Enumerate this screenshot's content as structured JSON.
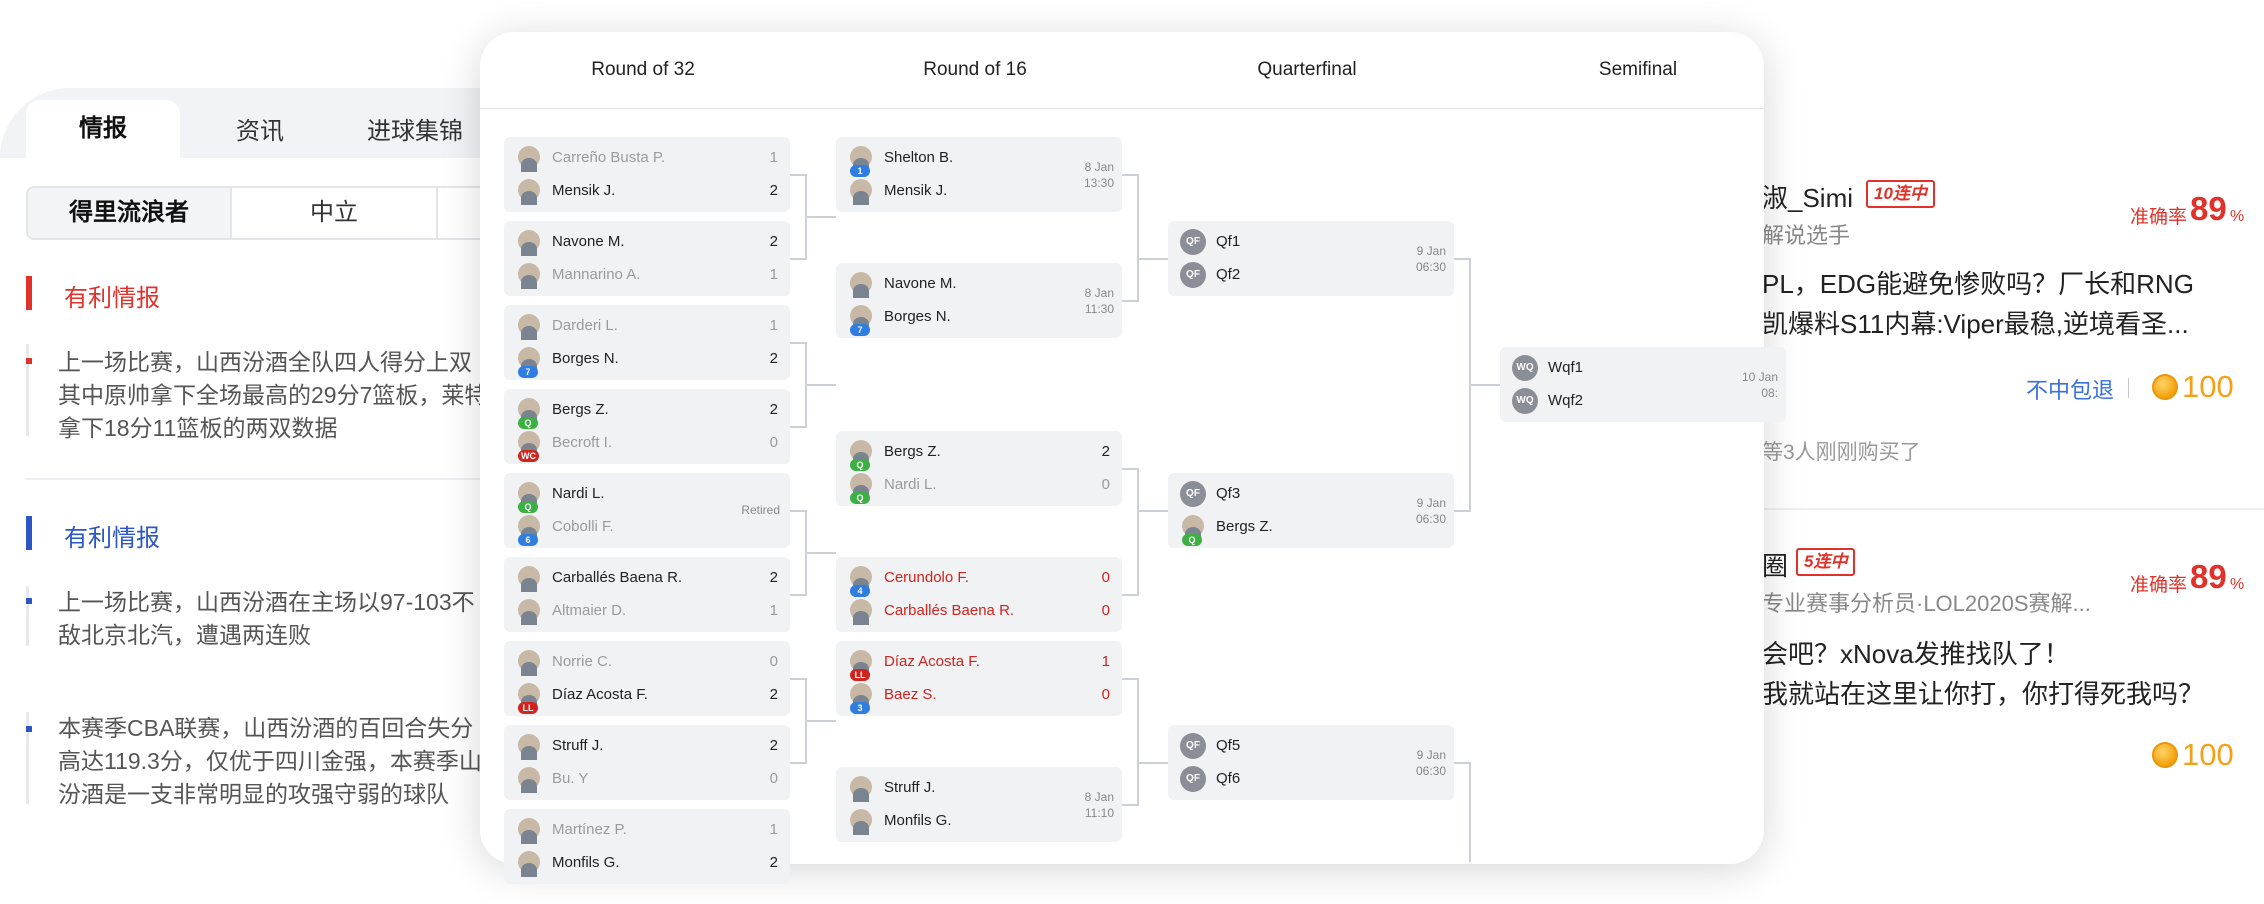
{
  "left": {
    "tabs": [
      "情报",
      "资讯",
      "进球集锦"
    ],
    "segments": [
      "得里流浪者",
      "中立",
      ""
    ],
    "sections": [
      {
        "title": "有利情报",
        "color": "#e0322b",
        "paragraphs": [
          "上一场比赛，山西汾酒全队四人得分上双\n其中原帅拿下全场最高的29分7篮板，莱特\n拿下18分11篮板的两双数据"
        ]
      },
      {
        "title": "有利情报",
        "color": "#2a56c6",
        "paragraphs": [
          "上一场比赛，山西汾酒在主场以97-103不\n敌北京北汽，遭遇两连败",
          "本赛季CBA联赛，山西汾酒的百回合失分\n高达119.3分，仅优于四川金强，本赛季山\n汾酒是一支非常明显的攻强守弱的球队"
        ]
      }
    ]
  },
  "bracket": {
    "rounds": [
      "Round of 32",
      "Round of 16",
      "Quarterfinal",
      "Semifinal"
    ],
    "r32": [
      {
        "p1": {
          "name": "Carreño Busta P.",
          "score": "1",
          "state": "loser"
        },
        "p2": {
          "name": "Mensik J.",
          "score": "2",
          "state": "winner"
        }
      },
      {
        "p1": {
          "name": "Navone M.",
          "score": "2",
          "state": "winner"
        },
        "p2": {
          "name": "Mannarino A.",
          "score": "1",
          "state": "loser"
        }
      },
      {
        "p1": {
          "name": "Darderi L.",
          "score": "1",
          "state": "loser"
        },
        "p2": {
          "name": "Borges N.",
          "score": "2",
          "state": "winner",
          "tag": "7",
          "tagColor": "#2f7de1"
        }
      },
      {
        "p1": {
          "name": "Bergs Z.",
          "score": "2",
          "state": "winner",
          "tag": "Q",
          "tagColor": "#3cb043"
        },
        "p2": {
          "name": "Becroft I.",
          "score": "0",
          "state": "loser",
          "tag": "WC",
          "tagColor": "#d0241c"
        }
      },
      {
        "p1": {
          "name": "Nardi L.",
          "score": "",
          "state": "winner",
          "tag": "Q",
          "tagColor": "#3cb043"
        },
        "p2": {
          "name": "Cobolli F.",
          "score": "",
          "state": "loser",
          "tag": "6",
          "tagColor": "#2f7de1"
        },
        "note": "Retired"
      },
      {
        "p1": {
          "name": "Carballés Baena R.",
          "score": "2",
          "state": "winner"
        },
        "p2": {
          "name": "Altmaier D.",
          "score": "1",
          "state": "loser"
        }
      },
      {
        "p1": {
          "name": "Norrie C.",
          "score": "0",
          "state": "loser"
        },
        "p2": {
          "name": "Díaz Acosta F.",
          "score": "2",
          "state": "winner",
          "tag": "LL",
          "tagColor": "#d0241c"
        }
      },
      {
        "p1": {
          "name": "Struff J.",
          "score": "2",
          "state": "winner"
        },
        "p2": {
          "name": "Bu. Y",
          "score": "0",
          "state": "loser"
        }
      },
      {
        "p1": {
          "name": "Martínez P.",
          "score": "1",
          "state": "loser"
        },
        "p2": {
          "name": "Monfils G.",
          "score": "2",
          "state": "winner"
        }
      }
    ],
    "r16": [
      {
        "p1": {
          "name": "Shelton B.",
          "score": "",
          "state": "winner",
          "tag": "1",
          "tagColor": "#2f7de1"
        },
        "p2": {
          "name": "Mensik J.",
          "score": "",
          "state": "winner"
        },
        "date": "8 Jan\n13:30"
      },
      {
        "p1": {
          "name": "Navone M.",
          "score": "",
          "state": "winner"
        },
        "p2": {
          "name": "Borges N.",
          "score": "",
          "state": "winner",
          "tag": "7",
          "tagColor": "#2f7de1"
        },
        "date": "8 Jan\n11:30"
      },
      {
        "p1": {
          "name": "Bergs Z.",
          "score": "2",
          "state": "winner",
          "tag": "Q",
          "tagColor": "#3cb043"
        },
        "p2": {
          "name": "Nardi L.",
          "score": "0",
          "state": "loser",
          "tag": "Q",
          "tagColor": "#3cb043"
        }
      },
      {
        "p1": {
          "name": "Cerundolo F.",
          "score": "0",
          "state": "live",
          "tag": "4",
          "tagColor": "#2f7de1"
        },
        "p2": {
          "name": "Carballés Baena R.",
          "score": "0",
          "state": "live"
        }
      },
      {
        "p1": {
          "name": "Díaz Acosta F.",
          "score": "1",
          "state": "live",
          "tag": "LL",
          "tagColor": "#d0241c"
        },
        "p2": {
          "name": "Baez S.",
          "score": "0",
          "state": "live",
          "tag": "3",
          "tagColor": "#2f7de1"
        }
      },
      {
        "p1": {
          "name": "Struff J.",
          "score": "",
          "state": "winner"
        },
        "p2": {
          "name": "Monfils G.",
          "score": "",
          "state": "winner"
        },
        "date": "8 Jan\n11:10"
      }
    ],
    "qf": [
      {
        "p1": {
          "name": "Qf1",
          "badge": "QF"
        },
        "p2": {
          "name": "Qf2",
          "badge": "QF"
        },
        "date": "9 Jan\n06:30"
      },
      {
        "p1": {
          "name": "Qf3",
          "badge": "QF"
        },
        "p2": {
          "name": "Bergs Z.",
          "tag": "Q",
          "tagColor": "#3cb043"
        },
        "date": "9 Jan\n06:30"
      },
      {
        "p1": {
          "name": "Qf5",
          "badge": "QF"
        },
        "p2": {
          "name": "Qf6",
          "badge": "QF"
        },
        "date": "9 Jan\n06:30"
      }
    ],
    "sf": [
      {
        "p1": {
          "name": "Wqf1",
          "badge": "WQ"
        },
        "p2": {
          "name": "Wqf2",
          "badge": "WQ"
        },
        "date": "10 Jan\n08:"
      }
    ]
  },
  "right": {
    "cards": [
      {
        "name": "淑_Simi",
        "streak": "10连中",
        "subtitle": "解说选手",
        "accuracy_label": "准确率",
        "accuracy": "89",
        "accuracy_unit": "%",
        "lines": [
          "PL，EDG能避免惨败吗？厂长和RNG",
          "凯爆料S11内幕:Viper最稳,逆境看圣..."
        ],
        "refund": "不中包退",
        "price": "100",
        "buyers": "等3人刚刚购买了"
      },
      {
        "name": "圈",
        "streak": "5连中",
        "subtitle": "专业赛事分析员·LOL2020S赛解...",
        "accuracy_label": "准确率",
        "accuracy": "89",
        "accuracy_unit": "%",
        "lines": [
          "会吧？xNova发推找队了！",
          "我就站在这里让你打，你打得死我吗？"
        ],
        "price": "100"
      }
    ]
  }
}
